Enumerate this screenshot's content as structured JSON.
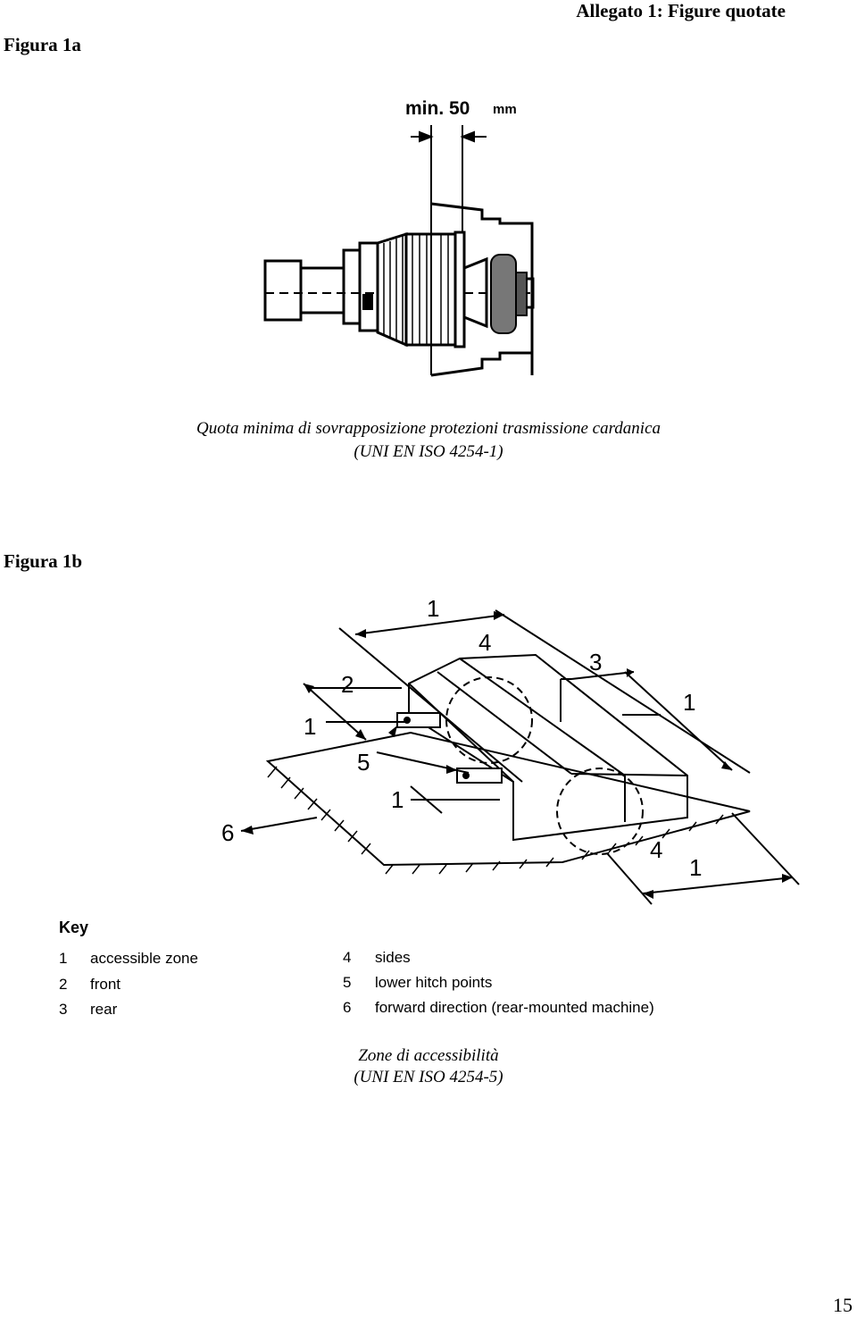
{
  "header": {
    "title": "Allegato 1: Figure quotate"
  },
  "figure_1a": {
    "label": "Figura 1a",
    "dimension_text": "min. 50",
    "dimension_unit": "mm",
    "caption_line1": "Quota minima di sovrapposizione protezioni trasmissione cardanica",
    "caption_line2": "(UNI EN ISO 4254-1)"
  },
  "figure_1b": {
    "label": "Figura 1b",
    "callouts": {
      "c1_top": "1",
      "c4_top": "4",
      "c3": "3",
      "c1_right": "1",
      "c2": "2",
      "c1_left": "1",
      "c5": "5",
      "c1_center": "1",
      "c6": "6",
      "c4_bottom": "4",
      "c1_bottom": "1"
    },
    "key": {
      "title": "Key",
      "left": [
        {
          "num": "1",
          "text": "accessible zone"
        },
        {
          "num": "2",
          "text": "front"
        },
        {
          "num": "3",
          "text": "rear"
        }
      ],
      "right": [
        {
          "num": "4",
          "text": "sides"
        },
        {
          "num": "5",
          "text": "lower hitch points"
        },
        {
          "num": "6",
          "text": "forward direction (rear-mounted machine)"
        }
      ]
    },
    "caption_line1": "Zone di accessibilità",
    "caption_line2": "(UNI EN ISO 4254-5)"
  },
  "page": {
    "number": "15"
  }
}
